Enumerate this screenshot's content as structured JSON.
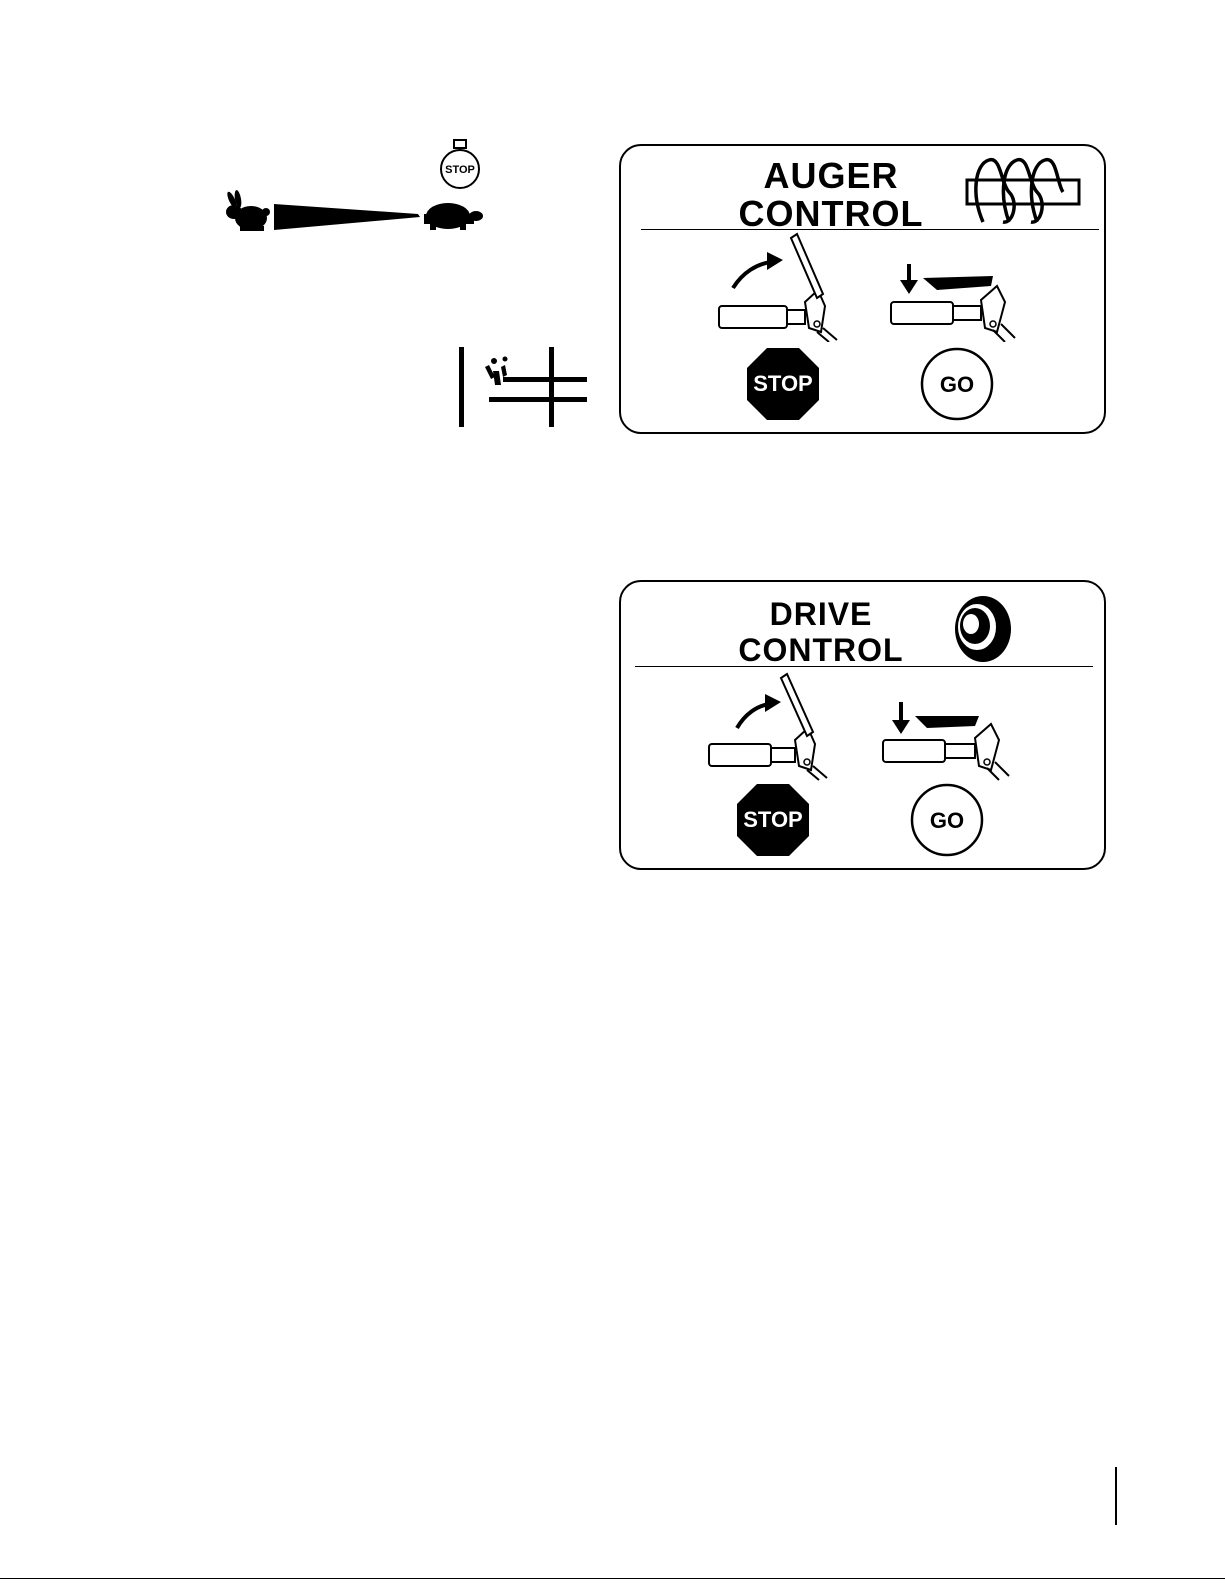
{
  "left_symbols": {
    "engine_stop_label": "STOP"
  },
  "auger_panel": {
    "title_line1": "AUGER",
    "title_line2": "CONTROL",
    "stop_label": "STOP",
    "go_label": "GO"
  },
  "drive_panel": {
    "title_line1": "DRIVE",
    "title_line2": "CONTROL",
    "stop_label": "STOP",
    "go_label": "GO"
  }
}
